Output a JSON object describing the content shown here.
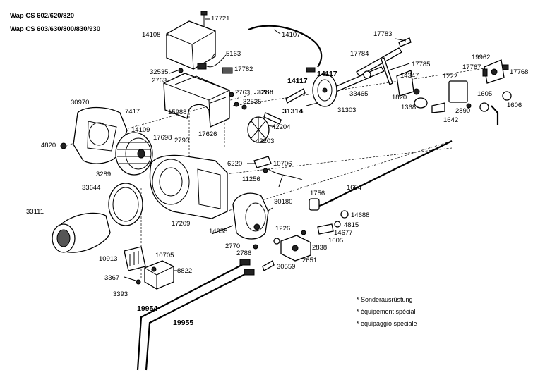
{
  "header": {
    "line1": "Wap CS 602/620/820",
    "line2": "Wap CS 603/630/800/830/930"
  },
  "labels": {
    "l17721": "17721",
    "l14108": "14108",
    "l14107": "14107",
    "l17783": "17783",
    "l17784": "17784",
    "l5163": "5163",
    "l17785": "17785",
    "l19962": "19962",
    "l17767": "17767",
    "l17768": "17768",
    "l1222": "1222",
    "l32535a": "32535",
    "l17782": "17782",
    "l2763a": "2763",
    "l14347": "14347",
    "l14117a": "14117",
    "l14117b": "14117",
    "l33465": "33465",
    "l1605a": "1605",
    "l1606": "1606",
    "l2763b": "2763",
    "l3288": "3288",
    "l32535b": "32535",
    "l1820": "1820",
    "l2890": "2890",
    "l30970": "30970",
    "l7417": "7417",
    "l15988": "15988",
    "l31314": "31314",
    "l31303": "31303",
    "l1368": "1368",
    "l1642": "1642",
    "l14109": "14109",
    "l42204": "42204",
    "l17698": "17698",
    "l17626": "17626",
    "l2793": "2793",
    "l42203": "42203",
    "l4820": "4820",
    "l6220": "6220",
    "l10706": "10706",
    "l3289": "3289",
    "l11256": "11256",
    "l1604": "1604",
    "l33644": "33644",
    "l1756": "1756",
    "l30180": "30180",
    "l14688": "14688",
    "l33111": "33111",
    "l4815": "4815",
    "l17209": "17209",
    "l14677": "14677",
    "l14955": "14955",
    "l1226": "1226",
    "l1605b": "1605",
    "l2770": "2770",
    "l2838": "2838",
    "l2786": "2786",
    "l10913": "10913",
    "l10705": "10705",
    "l2651": "2651",
    "l8822": "8822",
    "l30559": "30559",
    "l3367": "3367",
    "l3393": "3393",
    "l19954": "19954",
    "l19955": "19955"
  },
  "notes": [
    "* Sonderausrüstung",
    "* équipement spécial",
    "* equipaggio speciale"
  ]
}
